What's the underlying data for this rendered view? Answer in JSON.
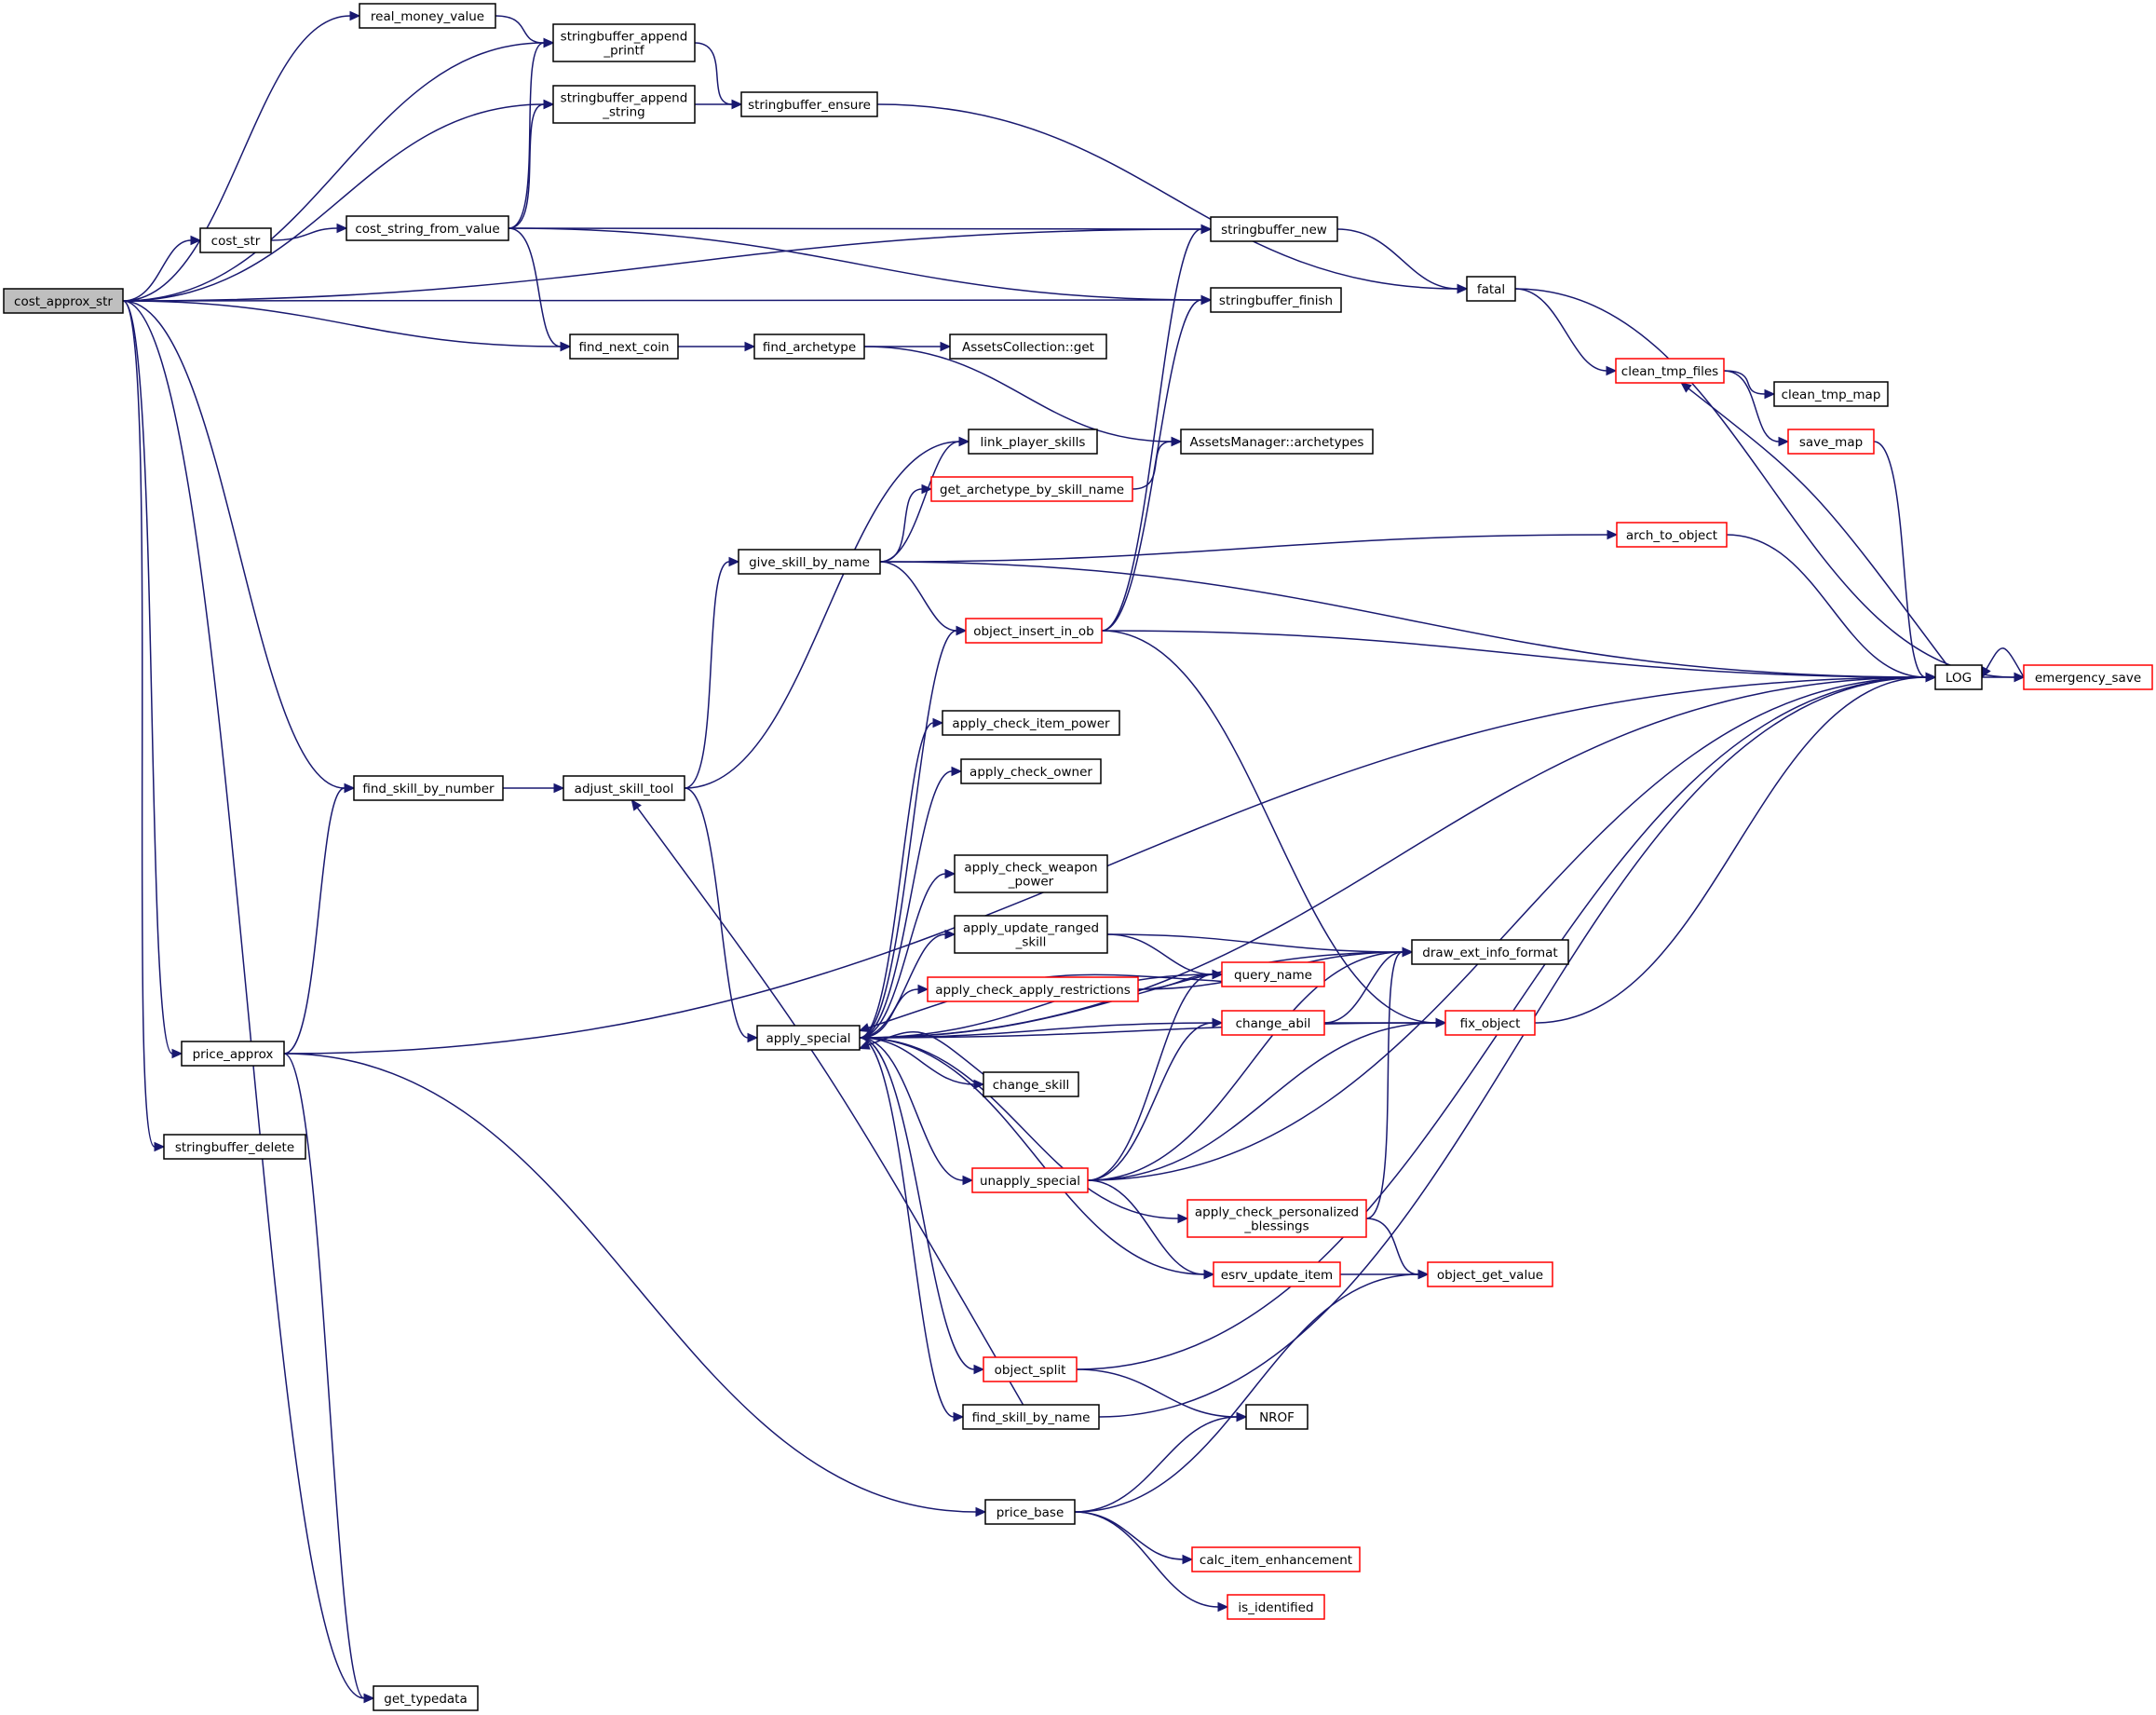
{
  "colors": {
    "edge": "#191970",
    "normal_border": "#000000",
    "truncated_border": "#ff0000",
    "root_fill": "#bfbfbf",
    "node_fill": "#ffffff"
  },
  "nodes": [
    {
      "id": "cost_approx_str",
      "lines": [
        "cost_approx_str"
      ],
      "style": "root"
    },
    {
      "id": "real_money_value",
      "lines": [
        "real_money_value"
      ],
      "style": "normal"
    },
    {
      "id": "stringbuffer_append_printf",
      "lines": [
        "stringbuffer_append",
        "_printf"
      ],
      "style": "normal"
    },
    {
      "id": "stringbuffer_append_string",
      "lines": [
        "stringbuffer_append",
        "_string"
      ],
      "style": "normal"
    },
    {
      "id": "stringbuffer_ensure",
      "lines": [
        "stringbuffer_ensure"
      ],
      "style": "normal"
    },
    {
      "id": "cost_str",
      "lines": [
        "cost_str"
      ],
      "style": "normal"
    },
    {
      "id": "cost_string_from_value",
      "lines": [
        "cost_string_from_value"
      ],
      "style": "normal"
    },
    {
      "id": "stringbuffer_new",
      "lines": [
        "stringbuffer_new"
      ],
      "style": "normal"
    },
    {
      "id": "stringbuffer_finish",
      "lines": [
        "stringbuffer_finish"
      ],
      "style": "normal"
    },
    {
      "id": "fatal",
      "lines": [
        "fatal"
      ],
      "style": "normal"
    },
    {
      "id": "find_next_coin",
      "lines": [
        "find_next_coin"
      ],
      "style": "normal"
    },
    {
      "id": "find_archetype",
      "lines": [
        "find_archetype"
      ],
      "style": "normal"
    },
    {
      "id": "assets_get",
      "lines": [
        "AssetsCollection::get"
      ],
      "style": "normal"
    },
    {
      "id": "clean_tmp_files",
      "lines": [
        "clean_tmp_files"
      ],
      "style": "truncated"
    },
    {
      "id": "clean_tmp_map",
      "lines": [
        "clean_tmp_map"
      ],
      "style": "normal"
    },
    {
      "id": "save_map",
      "lines": [
        "save_map"
      ],
      "style": "truncated"
    },
    {
      "id": "link_player_skills",
      "lines": [
        "link_player_skills"
      ],
      "style": "normal"
    },
    {
      "id": "assets_archetypes",
      "lines": [
        "AssetsManager::archetypes"
      ],
      "style": "normal"
    },
    {
      "id": "get_archetype_by_skill_name",
      "lines": [
        "get_archetype_by_skill_name"
      ],
      "style": "truncated"
    },
    {
      "id": "give_skill_by_name",
      "lines": [
        "give_skill_by_name"
      ],
      "style": "normal"
    },
    {
      "id": "arch_to_object",
      "lines": [
        "arch_to_object"
      ],
      "style": "truncated"
    },
    {
      "id": "object_insert_in_ob",
      "lines": [
        "object_insert_in_ob"
      ],
      "style": "truncated"
    },
    {
      "id": "LOG",
      "lines": [
        "LOG"
      ],
      "style": "normal"
    },
    {
      "id": "emergency_save",
      "lines": [
        "emergency_save"
      ],
      "style": "truncated"
    },
    {
      "id": "apply_check_item_power",
      "lines": [
        "apply_check_item_power"
      ],
      "style": "normal"
    },
    {
      "id": "apply_check_owner",
      "lines": [
        "apply_check_owner"
      ],
      "style": "normal"
    },
    {
      "id": "find_skill_by_number",
      "lines": [
        "find_skill_by_number"
      ],
      "style": "normal"
    },
    {
      "id": "adjust_skill_tool",
      "lines": [
        "adjust_skill_tool"
      ],
      "style": "normal"
    },
    {
      "id": "apply_check_weapon_power",
      "lines": [
        "apply_check_weapon",
        "_power"
      ],
      "style": "normal"
    },
    {
      "id": "apply_update_ranged_skill",
      "lines": [
        "apply_update_ranged",
        "_skill"
      ],
      "style": "normal"
    },
    {
      "id": "draw_ext_info_format",
      "lines": [
        "draw_ext_info_format"
      ],
      "style": "normal"
    },
    {
      "id": "query_name",
      "lines": [
        "query_name"
      ],
      "style": "truncated"
    },
    {
      "id": "apply_check_apply_restrictions",
      "lines": [
        "apply_check_apply_restrictions"
      ],
      "style": "truncated"
    },
    {
      "id": "change_abil",
      "lines": [
        "change_abil"
      ],
      "style": "truncated"
    },
    {
      "id": "fix_object",
      "lines": [
        "fix_object"
      ],
      "style": "truncated"
    },
    {
      "id": "apply_special",
      "lines": [
        "apply_special"
      ],
      "style": "normal"
    },
    {
      "id": "price_approx",
      "lines": [
        "price_approx"
      ],
      "style": "normal"
    },
    {
      "id": "change_skill",
      "lines": [
        "change_skill"
      ],
      "style": "normal"
    },
    {
      "id": "stringbuffer_delete",
      "lines": [
        "stringbuffer_delete"
      ],
      "style": "normal"
    },
    {
      "id": "unapply_special",
      "lines": [
        "unapply_special"
      ],
      "style": "truncated"
    },
    {
      "id": "apply_check_personalized_blessings",
      "lines": [
        "apply_check_personalized",
        "_blessings"
      ],
      "style": "truncated"
    },
    {
      "id": "esrv_update_item",
      "lines": [
        "esrv_update_item"
      ],
      "style": "truncated"
    },
    {
      "id": "object_get_value",
      "lines": [
        "object_get_value"
      ],
      "style": "truncated"
    },
    {
      "id": "object_split",
      "lines": [
        "object_split"
      ],
      "style": "truncated"
    },
    {
      "id": "NROF",
      "lines": [
        "NROF"
      ],
      "style": "normal"
    },
    {
      "id": "find_skill_by_name",
      "lines": [
        "find_skill_by_name"
      ],
      "style": "normal"
    },
    {
      "id": "price_base",
      "lines": [
        "price_base"
      ],
      "style": "normal"
    },
    {
      "id": "calc_item_enhancement",
      "lines": [
        "calc_item_enhancement"
      ],
      "style": "truncated"
    },
    {
      "id": "is_identified",
      "lines": [
        "is_identified"
      ],
      "style": "truncated"
    },
    {
      "id": "get_typedata",
      "lines": [
        "get_typedata"
      ],
      "style": "normal"
    }
  ],
  "edges": [
    [
      "cost_approx_str",
      "real_money_value"
    ],
    [
      "cost_approx_str",
      "stringbuffer_append_printf"
    ],
    [
      "cost_approx_str",
      "stringbuffer_append_string"
    ],
    [
      "cost_approx_str",
      "stringbuffer_new"
    ],
    [
      "cost_approx_str",
      "cost_str"
    ],
    [
      "cost_approx_str",
      "stringbuffer_finish"
    ],
    [
      "cost_approx_str",
      "find_next_coin"
    ],
    [
      "cost_approx_str",
      "find_skill_by_number"
    ],
    [
      "cost_approx_str",
      "price_approx"
    ],
    [
      "cost_approx_str",
      "stringbuffer_delete"
    ],
    [
      "cost_approx_str",
      "get_typedata"
    ],
    [
      "real_money_value",
      "stringbuffer_append_printf"
    ],
    [
      "stringbuffer_append_printf",
      "stringbuffer_ensure"
    ],
    [
      "stringbuffer_append_string",
      "stringbuffer_ensure"
    ],
    [
      "stringbuffer_ensure",
      "fatal"
    ],
    [
      "cost_str",
      "cost_string_from_value"
    ],
    [
      "cost_string_from_value",
      "stringbuffer_append_printf"
    ],
    [
      "cost_string_from_value",
      "stringbuffer_append_string"
    ],
    [
      "cost_string_from_value",
      "stringbuffer_new"
    ],
    [
      "cost_string_from_value",
      "stringbuffer_finish"
    ],
    [
      "cost_string_from_value",
      "find_next_coin"
    ],
    [
      "stringbuffer_new",
      "fatal"
    ],
    [
      "fatal",
      "clean_tmp_files"
    ],
    [
      "fatal",
      "emergency_save"
    ],
    [
      "find_next_coin",
      "find_archetype"
    ],
    [
      "find_archetype",
      "assets_get"
    ],
    [
      "find_archetype",
      "assets_archetypes"
    ],
    [
      "clean_tmp_files",
      "clean_tmp_map"
    ],
    [
      "clean_tmp_files",
      "save_map"
    ],
    [
      "save_map",
      "LOG"
    ],
    [
      "LOG",
      "clean_tmp_files"
    ],
    [
      "LOG",
      "emergency_save"
    ],
    [
      "emergency_save",
      "LOG"
    ],
    [
      "get_archetype_by_skill_name",
      "assets_archetypes"
    ],
    [
      "give_skill_by_name",
      "link_player_skills"
    ],
    [
      "give_skill_by_name",
      "get_archetype_by_skill_name"
    ],
    [
      "give_skill_by_name",
      "arch_to_object"
    ],
    [
      "give_skill_by_name",
      "LOG"
    ],
    [
      "give_skill_by_name",
      "object_insert_in_ob"
    ],
    [
      "arch_to_object",
      "LOG"
    ],
    [
      "object_insert_in_ob",
      "stringbuffer_new"
    ],
    [
      "object_insert_in_ob",
      "stringbuffer_finish"
    ],
    [
      "object_insert_in_ob",
      "LOG"
    ],
    [
      "object_insert_in_ob",
      "fix_object"
    ],
    [
      "find_skill_by_number",
      "adjust_skill_tool"
    ],
    [
      "adjust_skill_tool",
      "link_player_skills"
    ],
    [
      "adjust_skill_tool",
      "give_skill_by_name"
    ],
    [
      "adjust_skill_tool",
      "apply_special"
    ],
    [
      "apply_special",
      "object_insert_in_ob"
    ],
    [
      "apply_special",
      "LOG"
    ],
    [
      "apply_special",
      "apply_check_item_power"
    ],
    [
      "apply_special",
      "apply_check_owner"
    ],
    [
      "apply_special",
      "draw_ext_info_format"
    ],
    [
      "apply_special",
      "apply_check_weapon_power"
    ],
    [
      "apply_special",
      "apply_update_ranged_skill"
    ],
    [
      "apply_special",
      "apply_check_apply_restrictions"
    ],
    [
      "apply_special",
      "query_name"
    ],
    [
      "apply_special",
      "change_abil"
    ],
    [
      "apply_special",
      "change_skill"
    ],
    [
      "apply_special",
      "unapply_special"
    ],
    [
      "apply_special",
      "apply_check_personalized_blessings"
    ],
    [
      "apply_special",
      "esrv_update_item"
    ],
    [
      "apply_special",
      "fix_object"
    ],
    [
      "apply_special",
      "object_split"
    ],
    [
      "apply_special",
      "find_skill_by_name"
    ],
    [
      "apply_update_ranged_skill",
      "draw_ext_info_format"
    ],
    [
      "apply_update_ranged_skill",
      "query_name"
    ],
    [
      "apply_check_apply_restrictions",
      "draw_ext_info_format"
    ],
    [
      "apply_check_apply_restrictions",
      "query_name"
    ],
    [
      "query_name",
      "apply_special"
    ],
    [
      "change_abil",
      "draw_ext_info_format"
    ],
    [
      "change_abil",
      "fix_object"
    ],
    [
      "fix_object",
      "LOG"
    ],
    [
      "change_skill",
      "apply_special"
    ],
    [
      "unapply_special",
      "query_name"
    ],
    [
      "unapply_special",
      "change_abil"
    ],
    [
      "unapply_special",
      "draw_ext_info_format"
    ],
    [
      "unapply_special",
      "fix_object"
    ],
    [
      "unapply_special",
      "LOG"
    ],
    [
      "unapply_special",
      "esrv_update_item"
    ],
    [
      "apply_check_personalized_blessings",
      "draw_ext_info_format"
    ],
    [
      "apply_check_personalized_blessings",
      "object_get_value"
    ],
    [
      "esrv_update_item",
      "object_get_value"
    ],
    [
      "object_split",
      "LOG"
    ],
    [
      "object_split",
      "NROF"
    ],
    [
      "find_skill_by_name",
      "adjust_skill_tool"
    ],
    [
      "find_skill_by_name",
      "LOG"
    ],
    [
      "price_approx",
      "find_skill_by_number"
    ],
    [
      "price_approx",
      "price_base"
    ],
    [
      "price_approx",
      "LOG"
    ],
    [
      "price_approx",
      "get_typedata"
    ],
    [
      "price_base",
      "NROF"
    ],
    [
      "price_base",
      "object_get_value"
    ],
    [
      "price_base",
      "calc_item_enhancement"
    ],
    [
      "price_base",
      "is_identified"
    ]
  ]
}
